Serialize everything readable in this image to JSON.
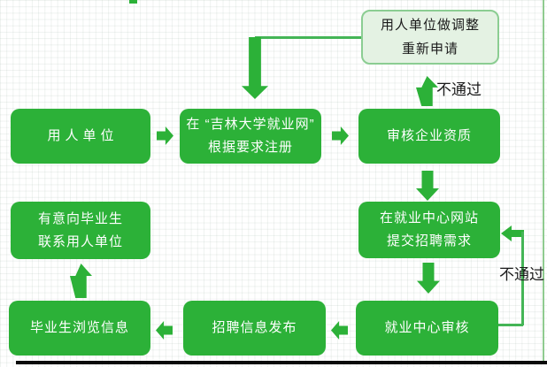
{
  "flowchart": {
    "nodes": {
      "adjust_reapply": {
        "lines": [
          "用人单位做调整",
          "重新申请"
        ]
      },
      "employer": {
        "lines": [
          "用人单位"
        ]
      },
      "register": {
        "lines": [
          "在 “吉林大学就业网”",
          "根据要求注册"
        ]
      },
      "review_enterprise": {
        "lines": [
          "审核企业资质"
        ]
      },
      "contact_graduates": {
        "lines": [
          "有意向毕业生",
          "联系用人单位"
        ]
      },
      "submit_recruitment": {
        "lines": [
          "在就业中心网站",
          "提交招聘需求"
        ]
      },
      "graduates_browse": {
        "lines": [
          "毕业生浏览信息"
        ]
      },
      "publish_info": {
        "lines": [
          "招聘信息发布"
        ]
      },
      "center_review": {
        "lines": [
          "就业中心审核"
        ]
      }
    },
    "labels": {
      "not_pass_top": "不通过",
      "not_pass_right": "不通过"
    },
    "colors": {
      "node_fill": "#2cb138",
      "node_text": "#ffffff",
      "light_node_fill": "#e4f2e3",
      "light_node_border": "#8bcd92",
      "connector_line": "#44b556",
      "label_text": "#1b1b1b",
      "bottom_bar": "#0a0a0a",
      "right_border": "#8fcb8f"
    }
  }
}
